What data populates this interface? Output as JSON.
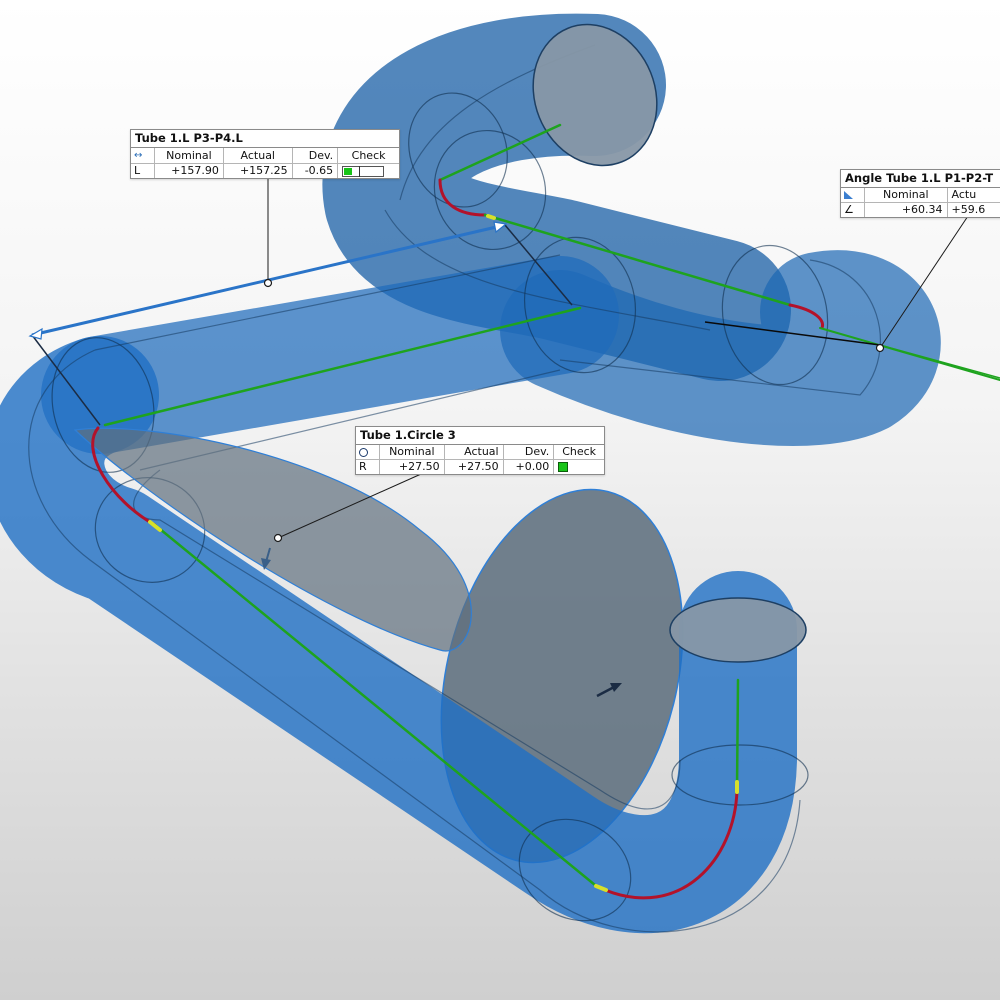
{
  "colors": {
    "tube": "#1f72c6",
    "tube_edge": "#123d66",
    "centerline": "#1ea31e",
    "bend": "#b3122a",
    "transition": "#d7e02a",
    "plane": "#5f6f7e"
  },
  "callouts": {
    "length": {
      "title": "Tube 1.L P3-P4.L",
      "symbol_icon": "length-icon",
      "headers": [
        "Nominal",
        "Actual",
        "Dev.",
        "Check"
      ],
      "row_label": "L",
      "nominal": "+157.90",
      "actual": "+157.25",
      "dev": "-0.65",
      "check_icon": "tolerance-bar-icon"
    },
    "angle": {
      "title": "Angle Tube 1.L P1-P2-T",
      "symbol_icon": "angle-icon",
      "headers": [
        "Nominal",
        "Actu"
      ],
      "row_label": "∠",
      "nominal": "+60.34",
      "actual": "+59.6"
    },
    "circle": {
      "title": "Tube 1.Circle 3",
      "symbol_icon": "circle-icon",
      "headers": [
        "Nominal",
        "Actual",
        "Dev.",
        "Check"
      ],
      "row_label": "R",
      "nominal": "+27.50",
      "actual": "+27.50",
      "dev": "+0.00",
      "check_icon": "check-ok-icon"
    }
  }
}
